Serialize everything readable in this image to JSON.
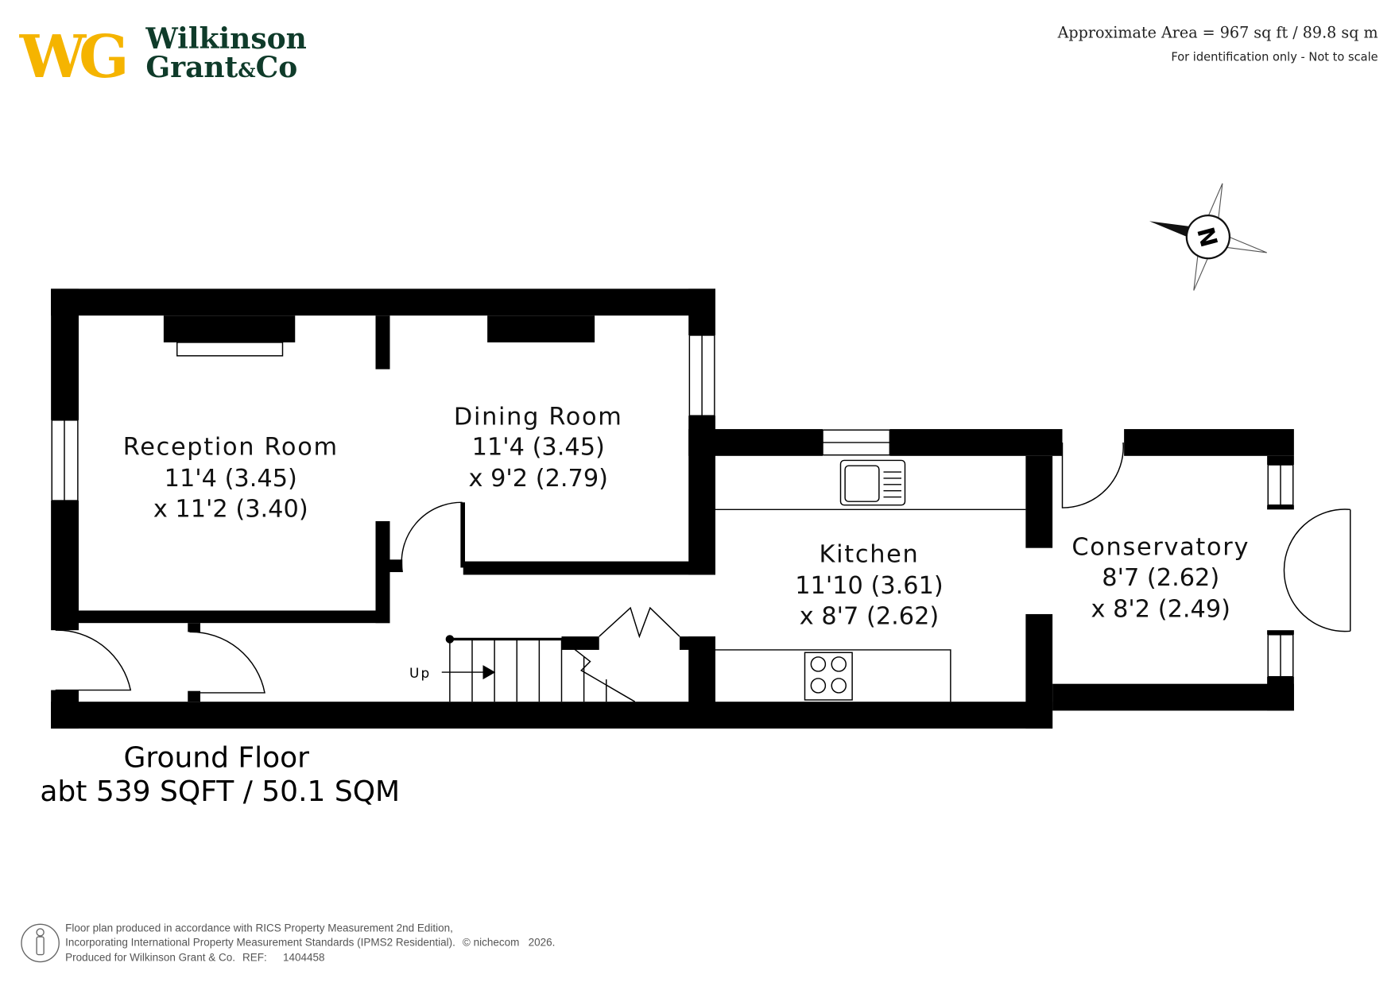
{
  "brand": {
    "monogram": "WG",
    "name_line1": "Wilkinson",
    "name_line2": "Grant",
    "name_amp": "&",
    "name_co": "Co",
    "gold": "#f5b400",
    "green": "#0f3b2a"
  },
  "header": {
    "area": "Approximate Area = 967 sq ft / 89.8 sq m",
    "note": "For identification only - Not to scale"
  },
  "compass": {
    "label": "N"
  },
  "rooms": [
    {
      "name": "Reception Room",
      "dim1": "11'4 (3.45)",
      "dim2": "x 11'2 (3.40)"
    },
    {
      "name": "Dining Room",
      "dim1": "11'4 (3.45)",
      "dim2": "x 9'2 (2.79)"
    },
    {
      "name": "Kitchen",
      "dim1": "11'10 (3.61)",
      "dim2": "x 8'7 (2.62)"
    },
    {
      "name": "Conservatory",
      "dim1": "8'7 (2.62)",
      "dim2": "x 8'2 (2.49)"
    }
  ],
  "stairs": {
    "label": "Up"
  },
  "floor": {
    "name": "Ground Floor",
    "area": "abt 539 SQFT / 50.1 SQM"
  },
  "footer": {
    "line1": "Floor plan produced in accordance with RICS Property Measurement 2nd Edition,",
    "line2": "Incorporating International Property Measurement Standards (IPMS2 Residential).",
    "copyright": "© nichecom",
    "year": "2026.",
    "line3": "Produced for Wilkinson Grant & Co.",
    "ref_label": "REF:",
    "ref": "1404458"
  }
}
